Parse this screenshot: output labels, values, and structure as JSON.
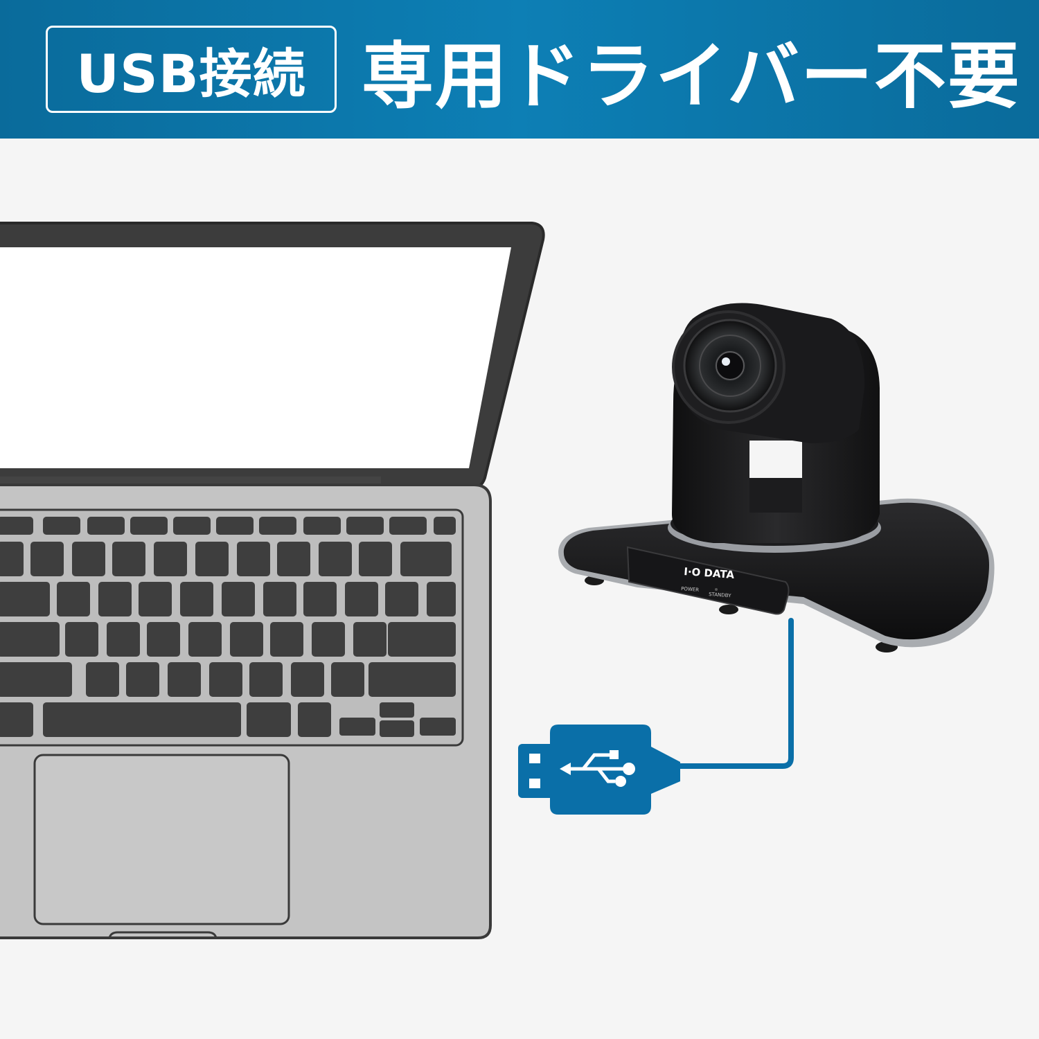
{
  "header": {
    "badge": "USB接続",
    "headline": "専用ドライバー不要"
  },
  "camera": {
    "brand": "I·O DATA",
    "power_label": "POWER",
    "standby_label": "STANDBY"
  },
  "colors": {
    "banner": "#0d7fb5",
    "usb_blue": "#0a6fa8",
    "laptop_dark": "#3c3c3c",
    "laptop_body": "#c4c4c4",
    "camera_black": "#1d1d1f"
  },
  "icons": [
    "usb-plug-icon",
    "usb-symbol-icon"
  ]
}
